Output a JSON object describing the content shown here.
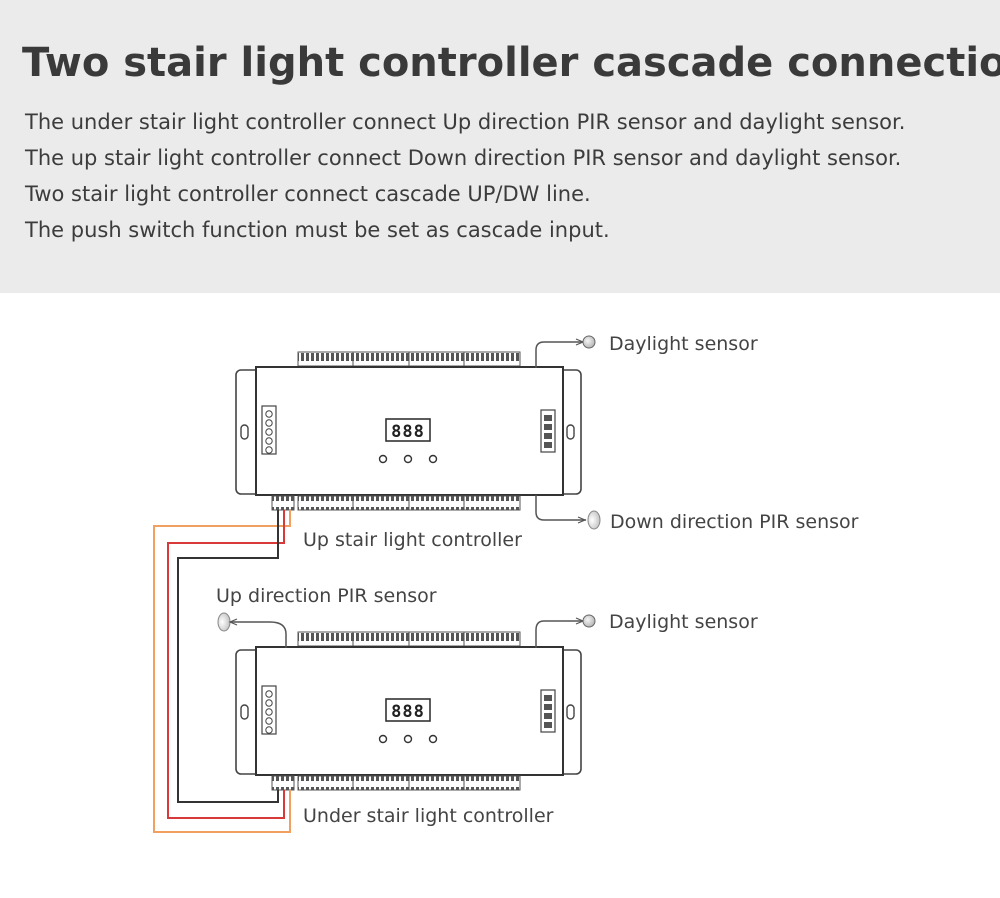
{
  "header": {
    "title": "Two stair light controller cascade connection",
    "lines": [
      "The under stair light controller connect Up direction PIR sensor and daylight sensor.",
      "The up stair light controller connect Down direction PIR sensor and daylight sensor.",
      "Two stair light controller connect cascade UP/DW line.",
      "The push switch function must be set as cascade input."
    ]
  },
  "diagram": {
    "up_controller": {
      "label": "Up stair light controller",
      "daylight_label": "Daylight sensor",
      "pir_label": "Down direction PIR sensor",
      "display": "888"
    },
    "under_controller": {
      "label": "Under stair light controller",
      "daylight_label": "Daylight sensor",
      "pir_label": "Up direction PIR sensor",
      "display": "888"
    },
    "colors": {
      "orange_wire": "#f0a060",
      "red_wire": "#d83a3a",
      "black_wire": "#333333",
      "outline": "#444444"
    }
  }
}
